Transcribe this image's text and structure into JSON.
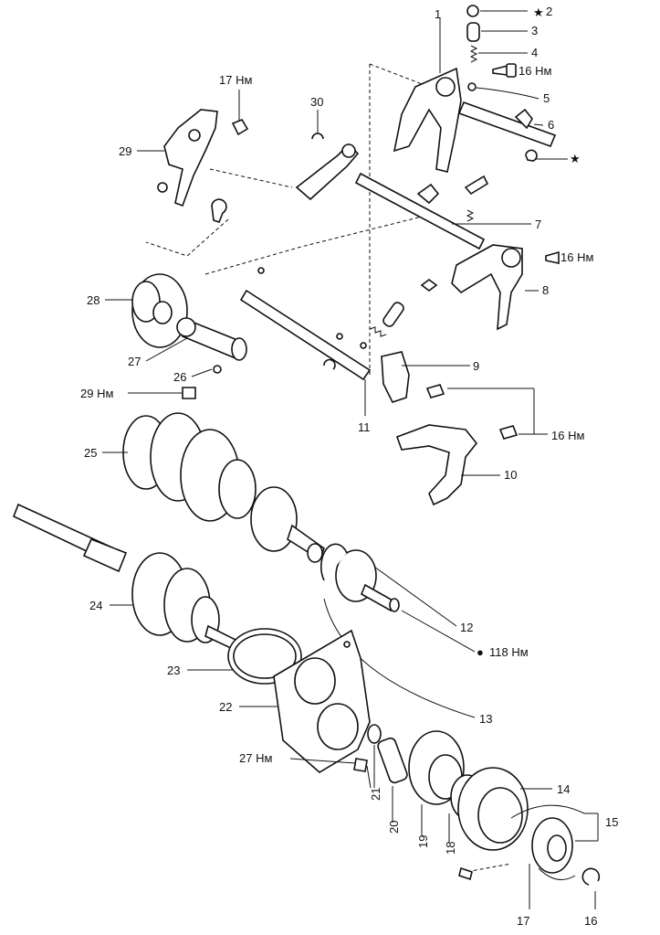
{
  "labels": {
    "p1": "1",
    "p2": "2",
    "p3": "3",
    "p4": "4",
    "p5": "5",
    "p6": "6",
    "p7": "7",
    "p8": "8",
    "p9": "9",
    "p10": "10",
    "p11": "11",
    "p12": "12",
    "p13": "13",
    "p14": "14",
    "p15": "15",
    "p16": "16",
    "p17": "17",
    "p18": "18",
    "p19": "19",
    "p20": "20",
    "p21": "21",
    "p22": "22",
    "p23": "23",
    "p24": "24",
    "p25": "25",
    "p26": "26",
    "p27": "27",
    "p28": "28",
    "p29": "29",
    "p30": "30"
  },
  "torques": {
    "t16_top": "16 Нм",
    "t16_mid": "16 Нм",
    "t16_low": "16 Нм",
    "t17": "17 Нм",
    "t29": "29 Нм",
    "t118": "118 Нм",
    "t27": "27 Нм"
  },
  "symbols": {
    "star_top": "★",
    "star_mid": "★",
    "dot": "●"
  }
}
